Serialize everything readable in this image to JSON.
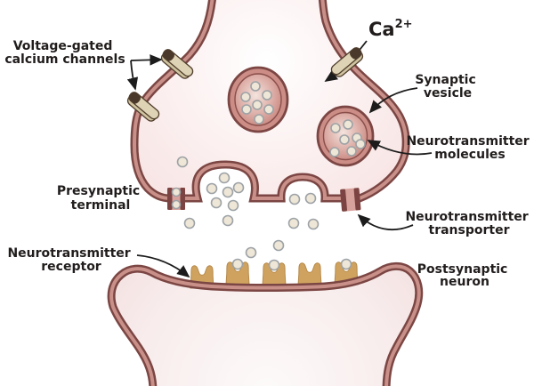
{
  "figure": {
    "type": "diagram",
    "subject": "Chemical synapse (neurotransmission between presynaptic terminal and postsynaptic neuron)"
  },
  "labels": {
    "voltage_channels": {
      "line1": "Voltage-gated",
      "line2": "calcium channels"
    },
    "calcium_ion": {
      "symbol": "Ca",
      "charge": "2+"
    },
    "synaptic_vesicle": {
      "line1": "Synaptic",
      "line2": "vesicle"
    },
    "neurotransmitter_molecules": {
      "line1": "Neurotransmitter",
      "line2": "molecules"
    },
    "presynaptic_terminal": {
      "line1": "Presynaptic",
      "line2": "terminal"
    },
    "neurotransmitter_transporter": {
      "line1": "Neurotransmitter",
      "line2": "transporter"
    },
    "neurotransmitter_receptor": {
      "line1": "Neurotransmitter",
      "line2": "receptor"
    },
    "postsynaptic_neuron": {
      "line1": "Postsynaptic",
      "line2": "neuron"
    }
  },
  "counts": {
    "voltage_gated_channels": 3,
    "intact_synaptic_vesicles": 2,
    "molecules_in_left_vesicle": 7,
    "molecules_in_right_vesicle": 7,
    "fused_releasing_vesicles": 2,
    "neurotransmitter_transporters": 2,
    "free_molecules_in_cleft": 15,
    "molecules_in_transporter": 2,
    "postsynaptic_receptors": 5,
    "receptors_with_bound_molecule": 3
  },
  "colors": {
    "background": "#ffffff",
    "membrane_dark": "#7b4643",
    "membrane_light": "#c89088",
    "cell_interior_pink": "#f3dcdb",
    "vesicle_ring": "#cc8d86",
    "vesicle_interior": "#c8857d",
    "molecule_fill": "#eee6d6",
    "molecule_stroke": "#9da2a6",
    "receptor_tan": "#cfa35f",
    "channel_body": "#ded3b4",
    "channel_cap": "#4a392b",
    "arrow_and_text": "#1c1c1c"
  }
}
